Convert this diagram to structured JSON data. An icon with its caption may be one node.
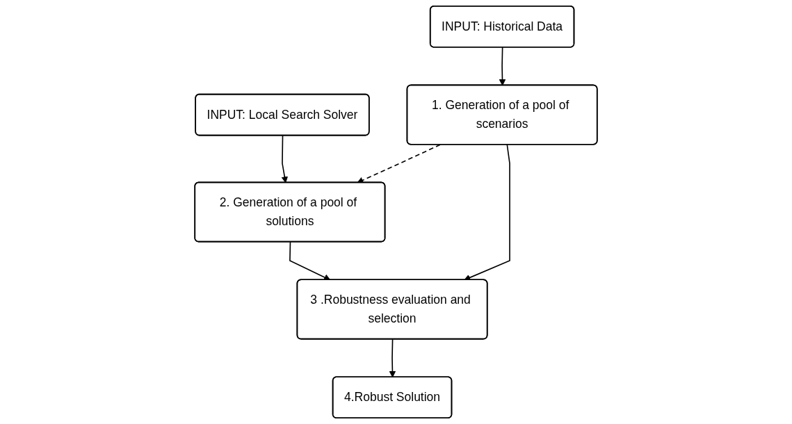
{
  "diagram": {
    "nodes": [
      {
        "text": [
          "INPUT: Historical Data"
        ]
      },
      {
        "text": [
          "INPUT: Local Search Solver"
        ]
      },
      {
        "text": [
          "2. Generation of a pool of solutions"
        ]
      },
      {
        "text": [
          "1. Generation of a pool of scenarios"
        ]
      },
      {
        "text": [
          "3 .Robustness evaluation and selection"
        ]
      },
      {
        "text": [
          "4.Robust Solution"
        ]
      }
    ],
    "edges": [
      {
        "from": 0,
        "to": 3,
        "arrow": "to"
      },
      {
        "from": 1,
        "to": 2,
        "arrow": "to"
      },
      {
        "from": 3,
        "to": 2,
        "arrow": "to",
        "style": "dashed"
      },
      {
        "from": 2,
        "to": 4,
        "arrow": "to"
      },
      {
        "from": 3,
        "to": 4,
        "arrow": "to"
      },
      {
        "from": 4,
        "to": 5,
        "arrow": "to"
      }
    ]
  }
}
